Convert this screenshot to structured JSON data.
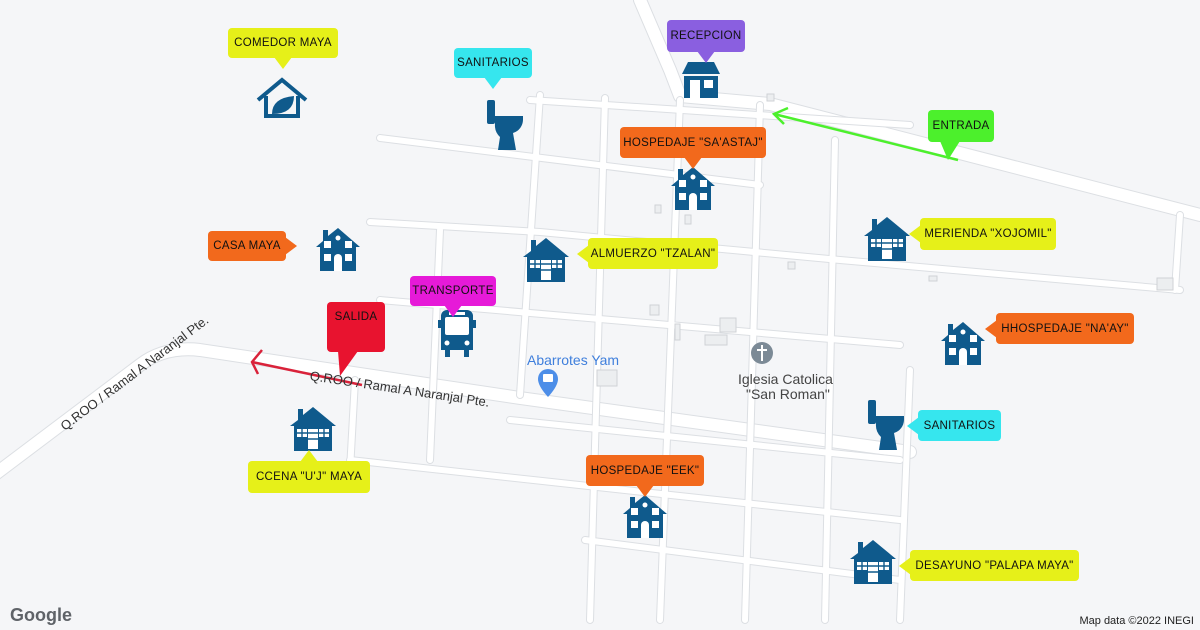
{
  "colors": {
    "yellow": "#e6f019",
    "orange": "#f2691c",
    "cyan": "#36e6ee",
    "purple": "#8a5fe0",
    "magenta": "#e61ad8",
    "red": "#e8132f",
    "green": "#4cf02c",
    "icon": "#0f5a8c"
  },
  "callouts": [
    {
      "id": "comedor",
      "label": "COMEDOR MAYA",
      "icon": "eco-house-icon"
    },
    {
      "id": "sanitarios1",
      "label": "SANITARIOS",
      "icon": "toilet-icon"
    },
    {
      "id": "recepcion",
      "label": "RECEPCION",
      "icon": "reception-booth-icon"
    },
    {
      "id": "saastaj",
      "label": "HOSPEDAJE \"SA'ASTAJ\"",
      "icon": "house-icon"
    },
    {
      "id": "entrada",
      "label": "ENTRADA",
      "icon": "arrow-icon"
    },
    {
      "id": "xojomil",
      "label": "MERIENDA \"XOJOMIL\"",
      "icon": "house-icon"
    },
    {
      "id": "casamaya",
      "label": "CASA MAYA",
      "icon": "house-icon"
    },
    {
      "id": "tzalan",
      "label": "ALMUERZO \"TZALAN\"",
      "icon": "house-icon"
    },
    {
      "id": "transporte",
      "label": "TRANSPORTE",
      "icon": "bus-icon"
    },
    {
      "id": "salida",
      "label": "SALIDA",
      "icon": "arrow-icon"
    },
    {
      "id": "naay",
      "label": "HHOSPEDAJE \"NA'AY\"",
      "icon": "house-icon"
    },
    {
      "id": "sanitarios2",
      "label": "SANITARIOS",
      "icon": "toilet-icon"
    },
    {
      "id": "uj",
      "label": "CCENA \"U'J\" MAYA",
      "icon": "house-icon"
    },
    {
      "id": "eek",
      "label": "HOSPEDAJE \"EEK\"",
      "icon": "house-icon"
    },
    {
      "id": "palapa",
      "label": "DESAYUNO \"PALAPA MAYA\"",
      "icon": "house-icon"
    }
  ],
  "places": {
    "store": "Abarrotes Yam",
    "church_line1": "Iglesia Catolica",
    "church_line2": "\"San Roman\""
  },
  "roads": {
    "road1": "Q.ROO / Ramal A Naranjal Pte.",
    "road2": "Q.ROO / Ramal A Naranjal Pte."
  },
  "footer": {
    "logo": "Google",
    "attribution": "Map data ©2022 INEGI"
  }
}
